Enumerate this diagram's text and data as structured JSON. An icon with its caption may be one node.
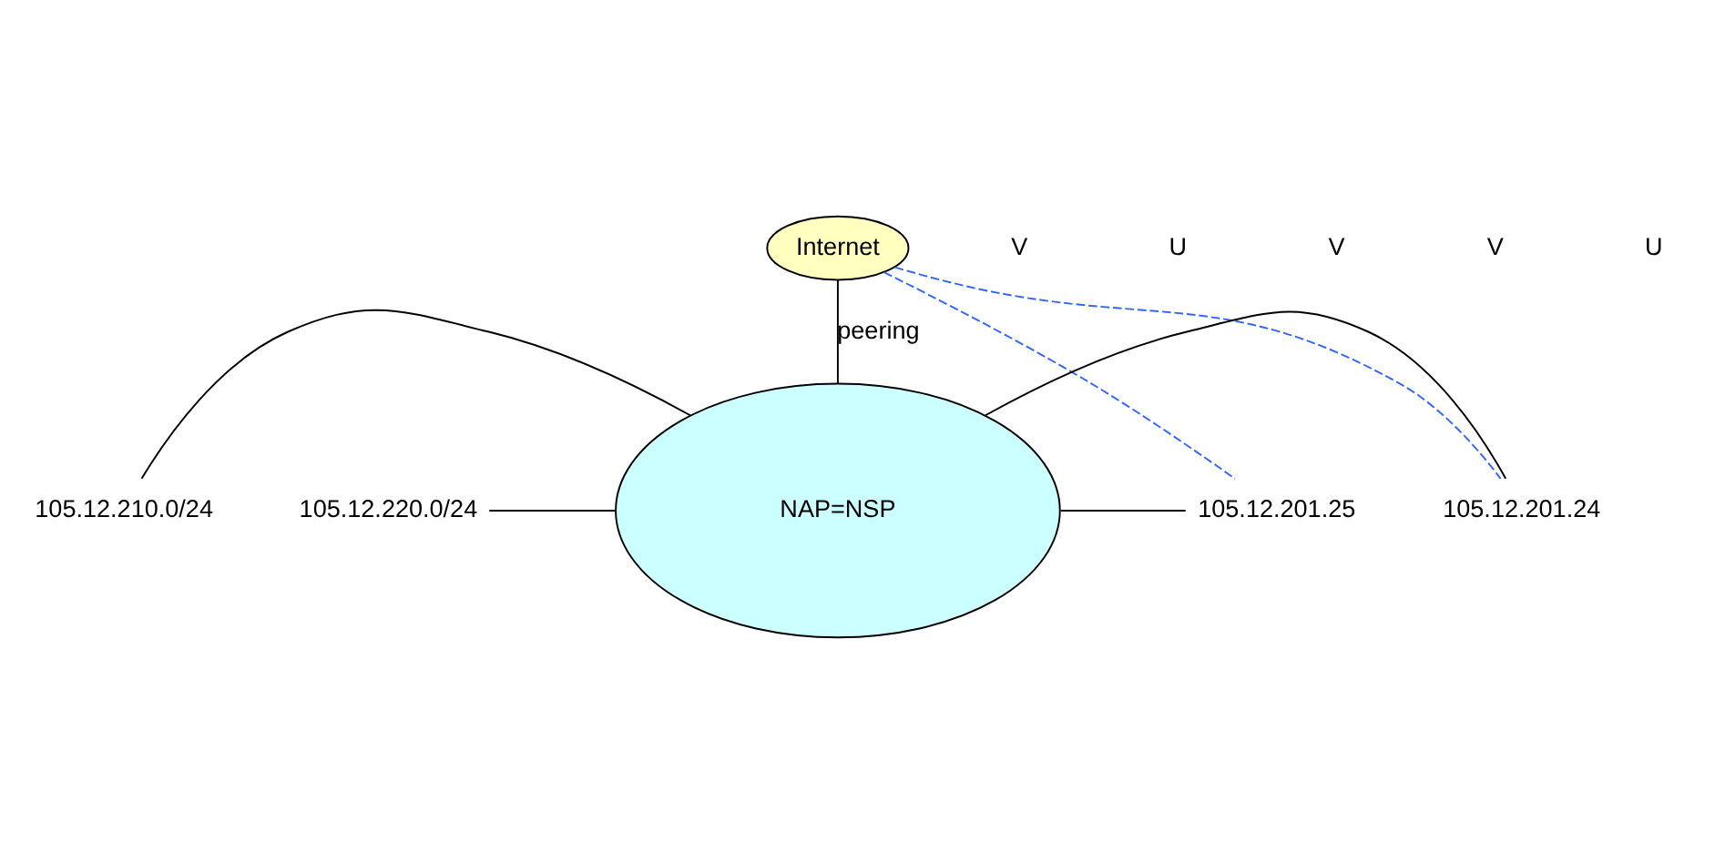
{
  "diagram": {
    "nodes": [
      {
        "text": [
          "Internet"
        ]
      },
      {
        "text": [
          "NAP=NSP"
        ]
      },
      {
        "text": [
          "105.12.210.0/24"
        ]
      },
      {
        "text": [
          "105.12.220.0/24"
        ]
      },
      {
        "text": [
          "105.12.201.24"
        ]
      },
      {
        "text": [
          "105.12.201.25"
        ]
      }
    ],
    "edges": [
      {
        "from": 0,
        "to": 1,
        "arrow": "none",
        "label": "peering"
      },
      {
        "from": 2,
        "to": 1,
        "arrow": "none"
      },
      {
        "from": 3,
        "to": 1,
        "arrow": "none"
      },
      {
        "from": 1,
        "to": 4,
        "arrow": "none"
      },
      {
        "from": 1,
        "to": 5,
        "arrow": "none"
      },
      {
        "from": 0,
        "to": 4,
        "arrow": "none",
        "style": "dashed",
        "color": "#3366ff"
      },
      {
        "from": 0,
        "to": 5,
        "arrow": "none",
        "style": "dashed",
        "color": "#3366ff"
      }
    ],
    "labels": [
      "V",
      "U",
      "V",
      "V",
      "U"
    ]
  }
}
